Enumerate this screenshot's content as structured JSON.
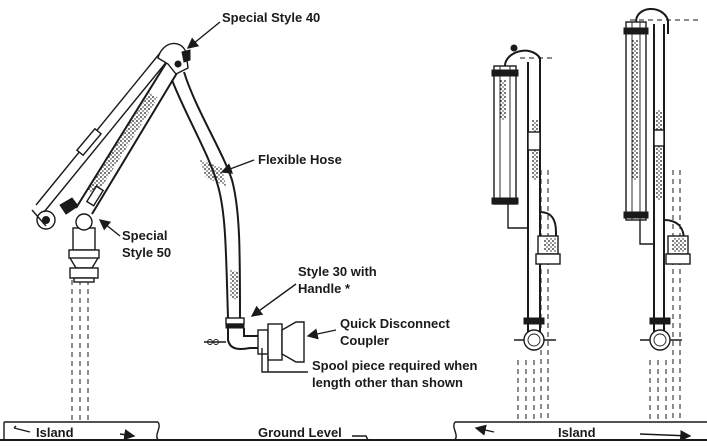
{
  "labels": {
    "special_style_40": "Special Style 40",
    "flexible_hose": "Flexible Hose",
    "special_style_50_line1": "Special",
    "special_style_50_line2": "Style 50",
    "style_30_line1": "Style 30 with",
    "style_30_line2": "Handle *",
    "quick_disconnect_line1": "Quick Disconnect",
    "quick_disconnect_line2": "Coupler",
    "spool_line1": "Spool piece required when",
    "spool_line2": "length other than shown",
    "island_left": "Island",
    "ground_level": "Ground Level",
    "island_right": "Island"
  }
}
